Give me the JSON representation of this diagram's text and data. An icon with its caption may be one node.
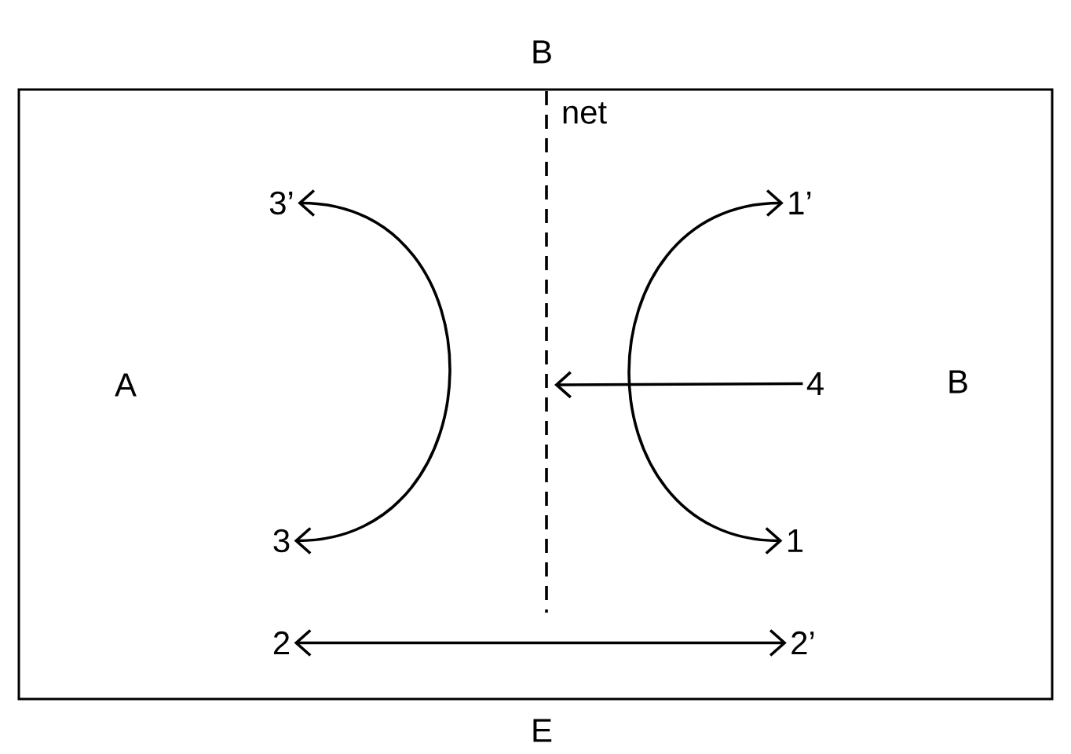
{
  "diagram": {
    "nodes": [
      {
        "text": [],
        "shape": "box"
      },
      {
        "text": [
          "3’"
        ],
        "in": 0
      },
      {
        "text": [
          "1’"
        ],
        "in": 0
      },
      {
        "text": [
          "4"
        ],
        "in": 0
      },
      {
        "text": [
          "3"
        ],
        "in": 0
      },
      {
        "text": [
          "1"
        ],
        "in": 0
      },
      {
        "text": [
          "2"
        ],
        "in": 0
      },
      {
        "text": [
          "2’"
        ],
        "in": 0
      }
    ],
    "edges": [
      {
        "from": 1,
        "to": 4,
        "arrow": "both"
      },
      {
        "from": 2,
        "to": 5,
        "arrow": "both"
      },
      {
        "from": 3,
        "to": null,
        "arrow": "to"
      },
      {
        "from": 6,
        "to": 7,
        "arrow": "both"
      }
    ],
    "labels": [
      "B",
      "net",
      "A",
      "B",
      "E"
    ]
  }
}
